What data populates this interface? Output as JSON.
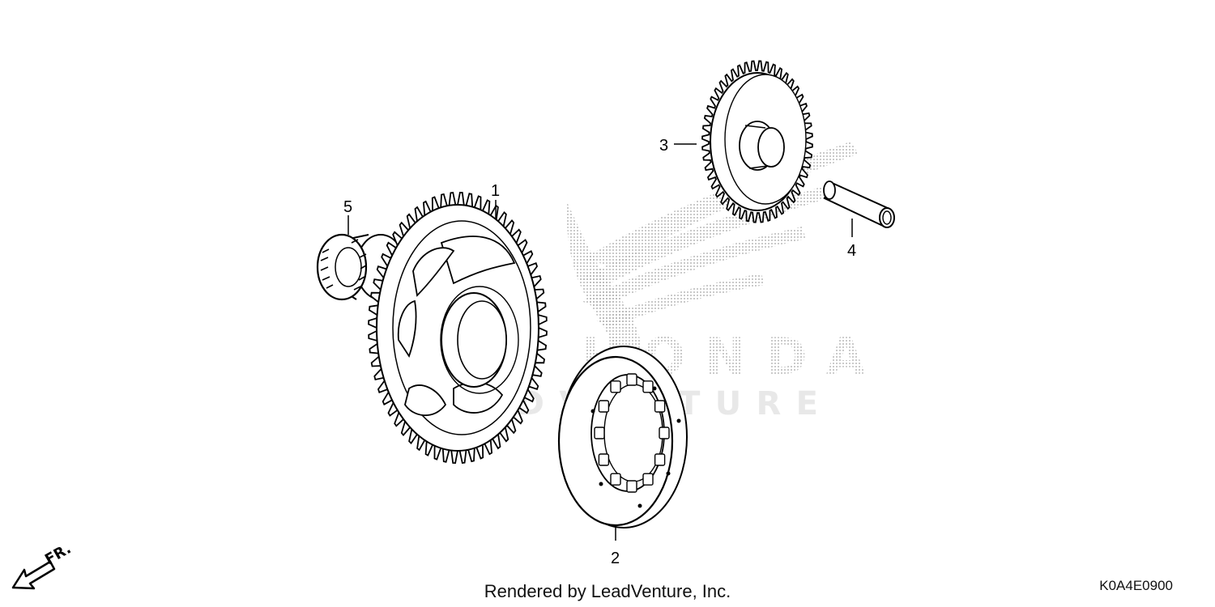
{
  "diagram": {
    "callouts": [
      {
        "id": "1",
        "text": "1"
      },
      {
        "id": "2",
        "text": "2"
      },
      {
        "id": "3",
        "text": "3"
      },
      {
        "id": "4",
        "text": "4"
      },
      {
        "id": "5",
        "text": "5"
      }
    ],
    "direction_label": "FR.",
    "watermark": {
      "brand": "HONDA",
      "subtext": "LEADVENTURE"
    }
  },
  "footer": {
    "caption": "Rendered by LeadVenture, Inc.",
    "diagram_code": "K0A4E0900"
  }
}
